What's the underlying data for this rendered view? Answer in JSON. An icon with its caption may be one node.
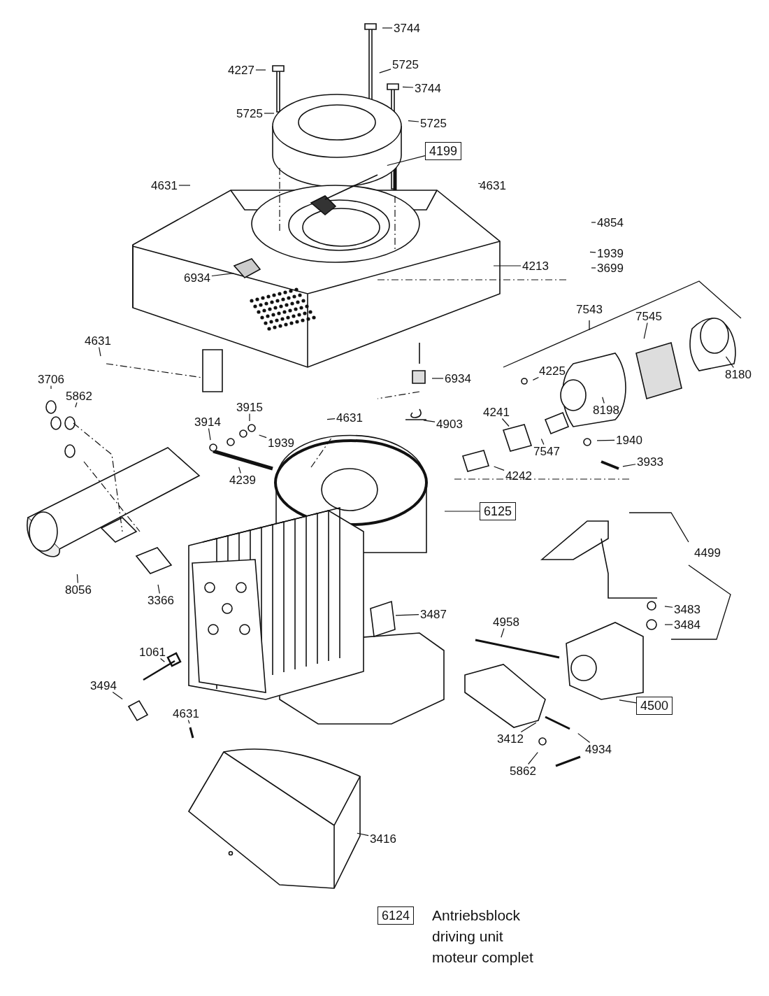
{
  "diagram": {
    "nodes": [
      {
        "text": [
          "3744"
        ]
      },
      {
        "text": [
          "4227"
        ]
      },
      {
        "text": [
          "5725"
        ]
      },
      {
        "text": [
          "3744"
        ]
      },
      {
        "text": [
          "5725"
        ]
      },
      {
        "text": [
          "5725"
        ]
      },
      {
        "text": [
          "4199"
        ]
      },
      {
        "text": [
          "4631"
        ]
      },
      {
        "text": [
          "4631"
        ]
      },
      {
        "text": [
          "4854"
        ]
      },
      {
        "text": [
          "1939"
        ]
      },
      {
        "text": [
          "4213"
        ]
      },
      {
        "text": [
          "3699"
        ]
      },
      {
        "text": [
          "6934"
        ]
      },
      {
        "text": [
          "7545"
        ]
      },
      {
        "text": [
          "4631"
        ]
      },
      {
        "text": [
          "8180"
        ]
      },
      {
        "text": [
          "4225"
        ]
      },
      {
        "text": [
          "6934"
        ]
      },
      {
        "text": [
          "3706"
        ]
      },
      {
        "text": [
          "5862"
        ]
      },
      {
        "text": [
          "3915"
        ]
      },
      {
        "text": [
          "4631"
        ]
      },
      {
        "text": [
          "3914"
        ]
      },
      {
        "text": [
          "4241"
        ]
      },
      {
        "text": [
          "8198"
        ]
      },
      {
        "text": [
          "4903"
        ]
      },
      {
        "text": [
          "1939"
        ]
      },
      {
        "text": [
          "1940"
        ]
      },
      {
        "text": [
          "7547"
        ]
      },
      {
        "text": [
          "3933"
        ]
      },
      {
        "text": [
          "4239"
        ]
      },
      {
        "text": [
          "4242"
        ]
      },
      {
        "text": [
          "6125"
        ]
      },
      {
        "text": [
          "8056"
        ]
      },
      {
        "text": [
          "3366"
        ]
      },
      {
        "text": [
          "3483"
        ]
      },
      {
        "text": [
          "3487"
        ]
      },
      {
        "text": [
          "3484"
        ]
      },
      {
        "text": [
          "4958"
        ]
      },
      {
        "text": [
          "1061"
        ]
      },
      {
        "text": [
          "3494"
        ]
      },
      {
        "text": [
          "4500"
        ]
      },
      {
        "text": [
          "4631"
        ]
      },
      {
        "text": [
          "3412"
        ]
      },
      {
        "text": [
          "4934"
        ]
      },
      {
        "text": [
          "5862"
        ]
      },
      {
        "text": [
          "3416"
        ]
      },
      {
        "text": [
          "6124"
        ],
        "beside": [
          "Antriebsblock",
          "driving unit",
          "moteur complet"
        ]
      }
    ],
    "edges": [
      {
        "from": 0,
        "to": null,
        "arrow": "none"
      },
      {
        "from": 1,
        "to": null,
        "arrow": "none"
      },
      {
        "from": 2,
        "to": null,
        "arrow": "none"
      },
      {
        "from": 3,
        "to": null,
        "arrow": "none"
      },
      {
        "from": 4,
        "to": null,
        "arrow": "none"
      },
      {
        "from": 5,
        "to": null,
        "arrow": "none"
      },
      {
        "from": 6,
        "to": null,
        "arrow": "none"
      },
      {
        "from": 7,
        "to": null,
        "arrow": "none"
      },
      {
        "from": 8,
        "to": null,
        "arrow": "none"
      },
      {
        "from": 9,
        "to": null,
        "arrow": "none"
      },
      {
        "from": 10,
        "to": null,
        "arrow": "none"
      },
      {
        "from": 11,
        "to": null,
        "arrow": "none"
      },
      {
        "from": 12,
        "to": null,
        "arrow": "none"
      },
      {
        "from": 13,
        "to": null,
        "arrow": "none"
      },
      {
        "from": 14,
        "to": null,
        "arrow": "none"
      },
      {
        "from": 15,
        "to": null,
        "arrow": "none"
      },
      {
        "from": 16,
        "to": null,
        "arrow": "none"
      },
      {
        "from": 17,
        "to": null,
        "arrow": "none"
      },
      {
        "from": 18,
        "to": null,
        "arrow": "none"
      },
      {
        "from": 19,
        "to": null,
        "arrow": "none"
      },
      {
        "from": 20,
        "to": null,
        "arrow": "none"
      },
      {
        "from": 21,
        "to": null,
        "arrow": "none"
      },
      {
        "from": 22,
        "to": null,
        "arrow": "none"
      },
      {
        "from": 23,
        "to": null,
        "arrow": "none"
      },
      {
        "from": 24,
        "to": null,
        "arrow": "none"
      },
      {
        "from": 25,
        "to": null,
        "arrow": "none"
      },
      {
        "from": 26,
        "to": null,
        "arrow": "none"
      },
      {
        "from": 27,
        "to": null,
        "arrow": "none"
      },
      {
        "from": 28,
        "to": null,
        "arrow": "none"
      },
      {
        "from": 29,
        "to": null,
        "arrow": "none"
      },
      {
        "from": 30,
        "to": null,
        "arrow": "none"
      },
      {
        "from": 31,
        "to": null,
        "arrow": "none"
      },
      {
        "from": 32,
        "to": null,
        "arrow": "none"
      },
      {
        "from": 33,
        "to": null,
        "arrow": "none"
      },
      {
        "from": 34,
        "to": null,
        "arrow": "none"
      },
      {
        "from": 35,
        "to": null,
        "arrow": "none"
      },
      {
        "from": 36,
        "to": null,
        "arrow": "none"
      },
      {
        "from": 37,
        "to": null,
        "arrow": "none"
      },
      {
        "from": 38,
        "to": null,
        "arrow": "none"
      },
      {
        "from": 39,
        "to": null,
        "arrow": "none"
      },
      {
        "from": 40,
        "to": null,
        "arrow": "none"
      },
      {
        "from": 41,
        "to": null,
        "arrow": "none"
      },
      {
        "from": 42,
        "to": null,
        "arrow": "none"
      },
      {
        "from": 43,
        "to": null,
        "arrow": "none"
      },
      {
        "from": 44,
        "to": null,
        "arrow": "none"
      },
      {
        "from": 45,
        "to": null,
        "arrow": "none"
      },
      {
        "from": 46,
        "to": null,
        "arrow": "none"
      },
      {
        "from": 47,
        "to": null,
        "arrow": "none"
      }
    ],
    "labels": [
      "7543",
      "4499"
    ]
  }
}
